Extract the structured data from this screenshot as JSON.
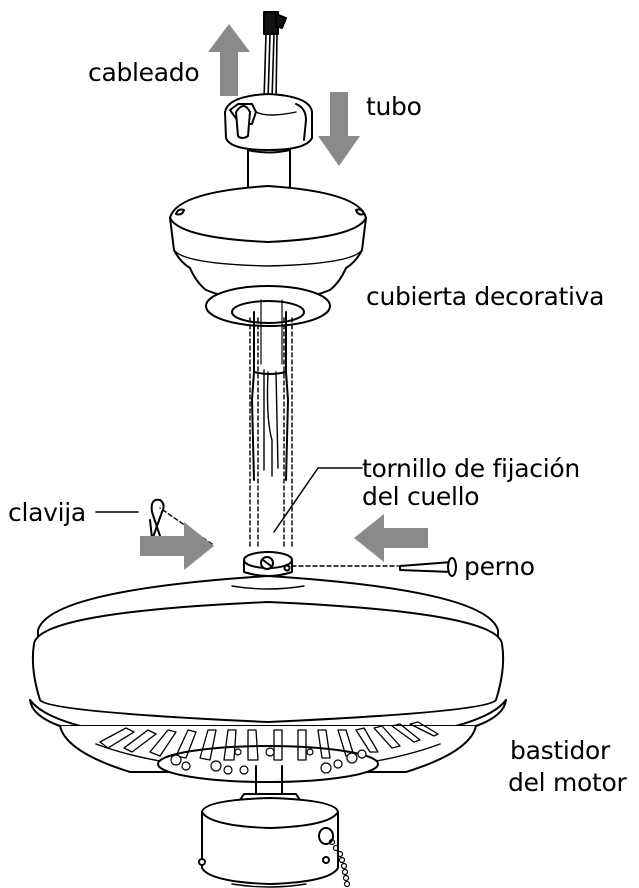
{
  "labels": {
    "wiring": "cableado",
    "tube": "tubo",
    "canopy": "cubierta decorativa",
    "collar_screw_line1": "tornillo de fijación",
    "collar_screw_line2": "del cuello",
    "clip": "clavija",
    "pin": "perno",
    "motor_line1": "bastidor",
    "motor_line2": "del motor"
  },
  "colors": {
    "line": "#000000",
    "arrow": "#8a8a8a",
    "fill": "#ffffff"
  },
  "icons": {
    "up": "arrow-up-icon",
    "down": "arrow-down-icon",
    "right": "arrow-right-icon",
    "left": "arrow-left-icon"
  }
}
